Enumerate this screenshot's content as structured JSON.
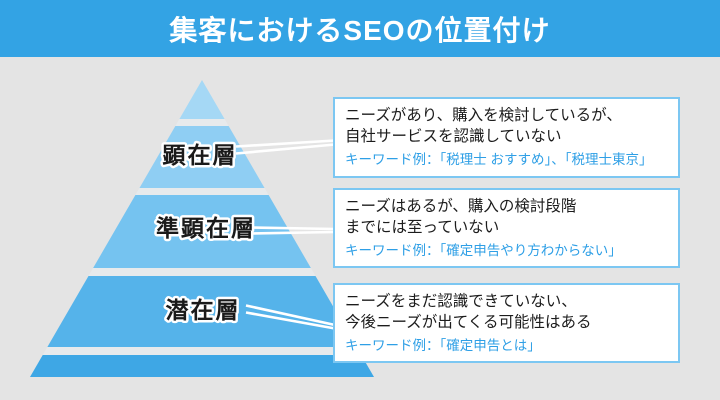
{
  "header": {
    "title": "集客におけるSEOの位置付け"
  },
  "pyramid": {
    "layers": [
      {
        "label": "顕在層",
        "desc_line1": "ニーズがあり、購入を検討しているが、",
        "desc_line2": "自社サービスを認識していない",
        "keyword": "キーワード例：「税理士 おすすめ」、「税理士東京」"
      },
      {
        "label": "準顕在層",
        "desc_line1": "ニーズはあるが、購入の検討段階",
        "desc_line2": "までには至っていない",
        "keyword": "キーワード例：「確定申告やり方わからない」"
      },
      {
        "label": "潜在層",
        "desc_line1": "ニーズをまだ認識できていない、",
        "desc_line2": "今後ニーズが出てくる可能性はある",
        "keyword": "キーワード例：「確定申告とは」"
      }
    ]
  },
  "colors": {
    "header_bg": "#33A3E4",
    "background": "#E4E4E4",
    "bands": [
      "#A5D8F5",
      "#8FCEF3",
      "#75C3F0",
      "#55B3EA",
      "#3EA7E5"
    ],
    "separator": "#E7EAEC",
    "connector": "#FFFFFF",
    "box_border": "#7CC7F2",
    "keyword_text": "#2E9FE6"
  }
}
